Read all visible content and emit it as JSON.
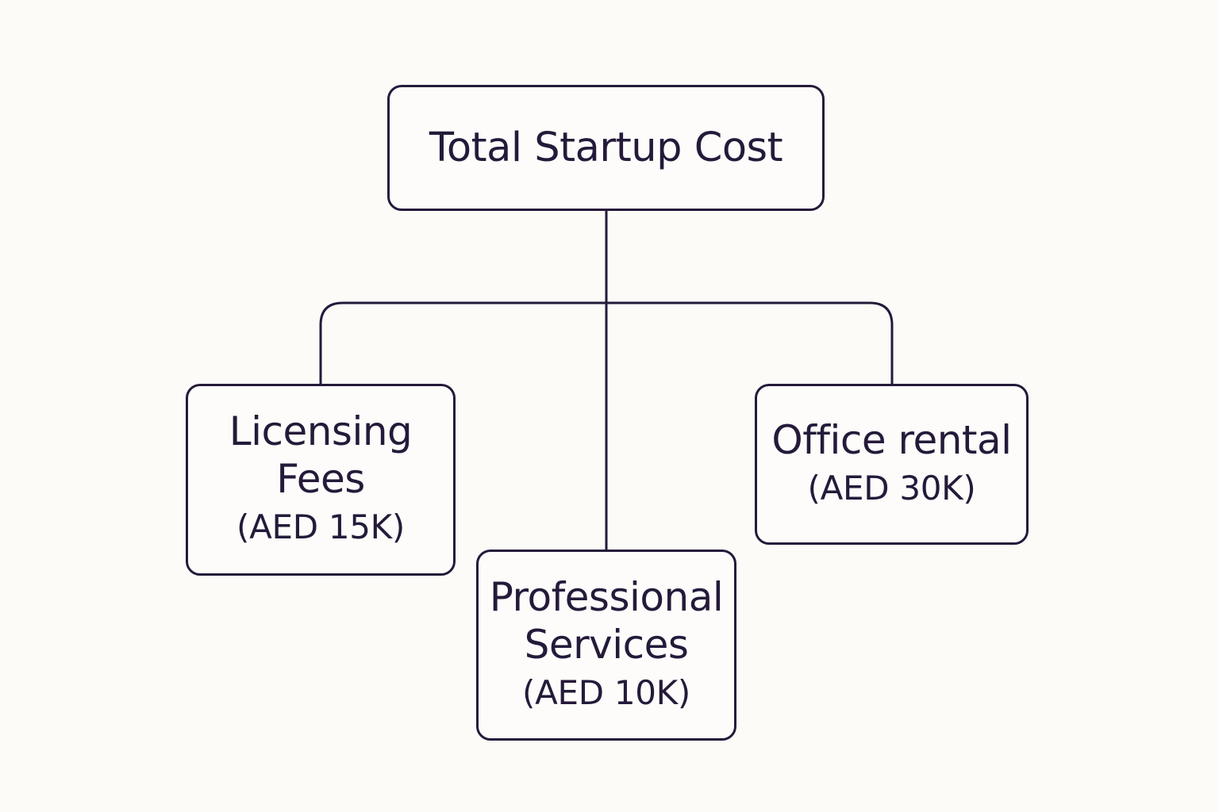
{
  "colors": {
    "background": "#fcfbf8",
    "ink": "#251a3a"
  },
  "root": {
    "title": "Total Startup Cost"
  },
  "children": [
    {
      "title_line1": "Licensing",
      "title_line2": "Fees",
      "amount": "(AED 15K)"
    },
    {
      "title_line1": "Professional",
      "title_line2": "Services",
      "amount": "(AED 10K)"
    },
    {
      "title_line1": "Office rental",
      "amount": "(AED 30K)"
    }
  ]
}
